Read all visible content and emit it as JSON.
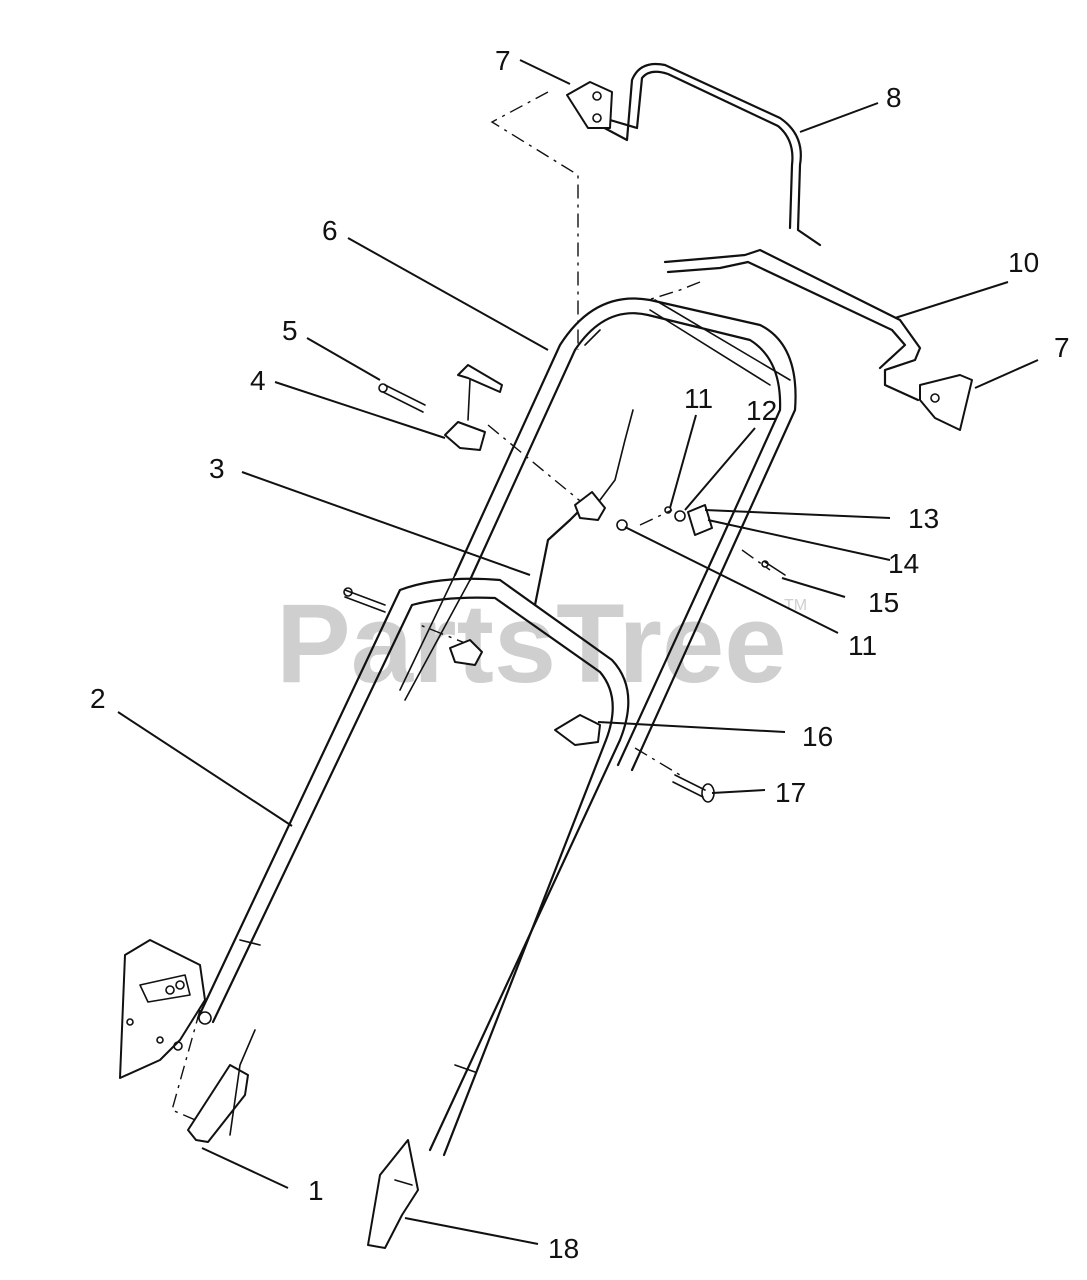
{
  "watermark": {
    "text": "PartsTree",
    "trademark": "TM"
  },
  "callouts": [
    {
      "label": "1"
    },
    {
      "label": "2"
    },
    {
      "label": "3"
    },
    {
      "label": "4"
    },
    {
      "label": "5"
    },
    {
      "label": "6"
    },
    {
      "label": "7"
    },
    {
      "label": "8"
    },
    {
      "label": "10"
    },
    {
      "label": "7"
    },
    {
      "label": "11"
    },
    {
      "label": "12"
    },
    {
      "label": "13"
    },
    {
      "label": "14"
    },
    {
      "label": "15"
    },
    {
      "label": "11"
    },
    {
      "label": "16"
    },
    {
      "label": "17"
    },
    {
      "label": "18"
    }
  ]
}
